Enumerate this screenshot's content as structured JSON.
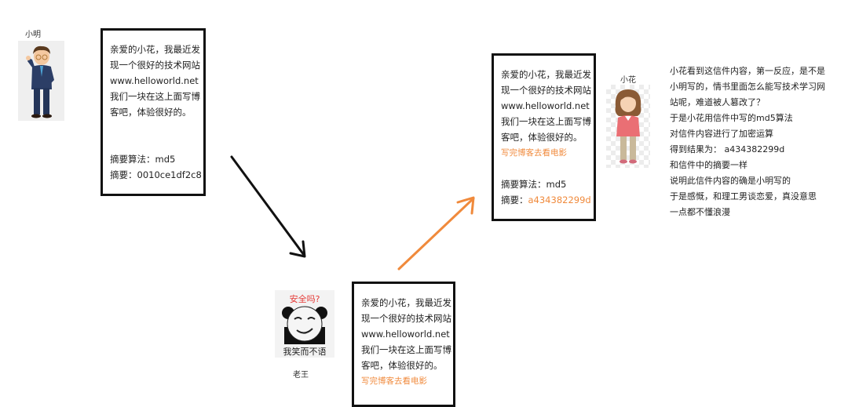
{
  "characters": {
    "xiaoming": {
      "name": "小明"
    },
    "xiaohua": {
      "name": "小花"
    },
    "laowang": {
      "name": "老王",
      "meme_top": "安全吗?",
      "meme_bottom": "我笑而不语"
    }
  },
  "letter_original": {
    "lines": [
      "亲爱的小花，我最近发",
      "现一个很好的技术网站",
      "www.helloworld.net",
      "我们一块在这上面写博",
      "客吧，体验很好的。"
    ],
    "digest_algorithm": "摘要算法：md5",
    "digest_label": "摘要：",
    "digest_value": "0010ce1df2c8"
  },
  "letter_tampered": {
    "lines": [
      "亲爱的小花，我最近发",
      "现一个很好的技术网站",
      "www.helloworld.net",
      "我们一块在这上面写博",
      "客吧，体验很好的。"
    ],
    "added_line": "写完博客去看电影"
  },
  "letter_received": {
    "lines": [
      "亲爱的小花，我最近发",
      "现一个很好的技术网站",
      "www.helloworld.net",
      "我们一块在这上面写博",
      "客吧，体验很好的。"
    ],
    "added_line": "写完博客去看电影",
    "digest_algorithm": "摘要算法：md5",
    "digest_label": "摘要：",
    "digest_value": "a434382299d"
  },
  "narration": {
    "lines": [
      "小花看到这信件内容，第一反应，是不是",
      "小明写的，情书里面怎么能写技术学习网",
      "站呢，难道被人篡改了？",
      "于是小花用信件中写的md5算法",
      "对信件内容进行了加密运算",
      "得到结果为：  a434382299d",
      "和信件中的摘要一样",
      "说明此信件内容的确是小明写的",
      "于是感慨，和理工男谈恋爱，真没意思",
      "一点都不懂浪漫"
    ]
  },
  "colors": {
    "highlight": "#f08a3c",
    "arrow_black": "#111111",
    "arrow_orange": "#f08a3c",
    "meme_red": "#e53935"
  }
}
